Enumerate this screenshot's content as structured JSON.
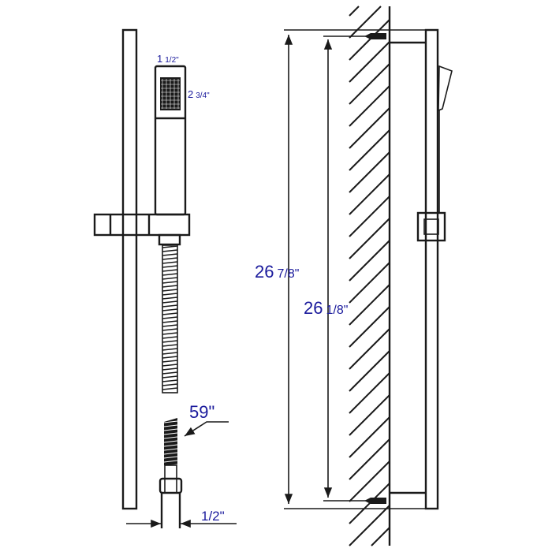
{
  "dimensions": {
    "handshower_width": {
      "whole": "1",
      "fraction": "1/2\""
    },
    "handshower_face_height": {
      "whole": "2",
      "fraction": "3/4\""
    },
    "hose_length": "59\"",
    "hose_connection": "1/2\"",
    "bar_overall_height": {
      "whole": "26",
      "fraction": "7/8\""
    },
    "bar_mounting_distance": {
      "whole": "26",
      "fraction": "1/8\""
    }
  },
  "colors": {
    "label": "#1a1a9c",
    "line": "#1a1a1a"
  }
}
